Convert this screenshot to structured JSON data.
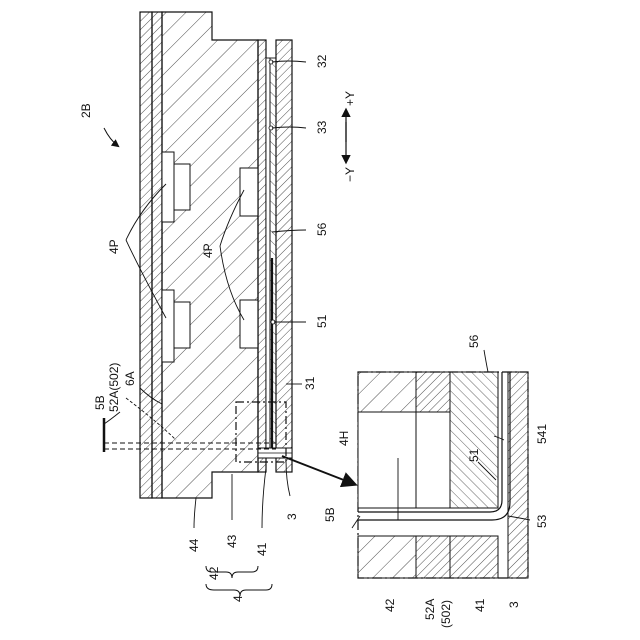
{
  "figure_id": "2B",
  "labels": {
    "l32": "32",
    "l33": "33",
    "l56": "56",
    "l51": "51",
    "l31": "31",
    "l3": "3",
    "l41": "41",
    "l43": "43",
    "l44": "44",
    "l42": "42",
    "l4": "4",
    "l4P_left": "4P",
    "l4P_right": "4P",
    "l5B": "5B",
    "l52A": "52A(502)",
    "l6A": "6A"
  },
  "axis": {
    "plus_y": "+Y",
    "minus_y": "−Y"
  },
  "inset": {
    "l56": "56",
    "l4H": "4H",
    "l51": "51",
    "l541": "541",
    "l5B": "5B",
    "l53": "53",
    "l42": "42",
    "l52A": "52A",
    "l502": "(502)",
    "l41": "41",
    "l3": "3"
  }
}
